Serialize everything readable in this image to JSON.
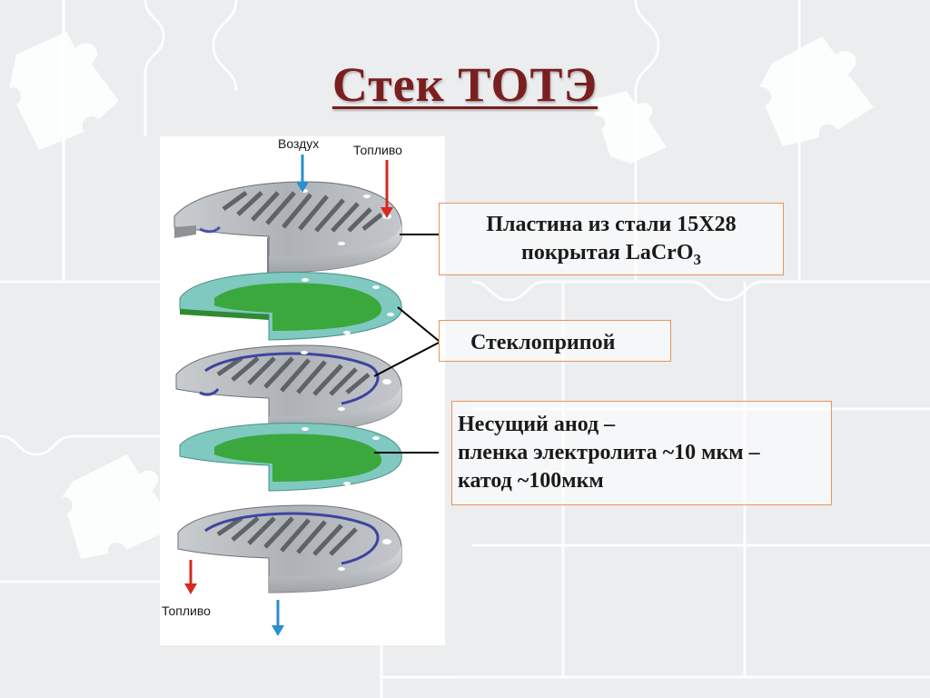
{
  "slide": {
    "title": "Стек ТОТЭ"
  },
  "diagram": {
    "labels": {
      "air_in": "Воздух",
      "fuel_in": "Топливо",
      "fuel_out": "Топливо"
    }
  },
  "callouts": {
    "steel_plate": {
      "line1": "Пластина из стали 15Х28",
      "line2_prefix": "покрытая LaCrO",
      "line2_subscript": "3"
    },
    "glass_solder": {
      "text": "Стеклоприпой"
    },
    "anode": {
      "line1": "Несущий анод –",
      "line2": "пленка электролита ~10 мкм –",
      "line3": "катод ~100мкм"
    }
  },
  "colors": {
    "title": "#7a1f1f",
    "callout_border": "#e8945a",
    "air_arrow": "#2a8fcf",
    "fuel_arrow": "#d42a20",
    "seal_green": "#3aa83c",
    "seal_rim": "#7fc9c0",
    "steel": "#9a9ea3"
  }
}
